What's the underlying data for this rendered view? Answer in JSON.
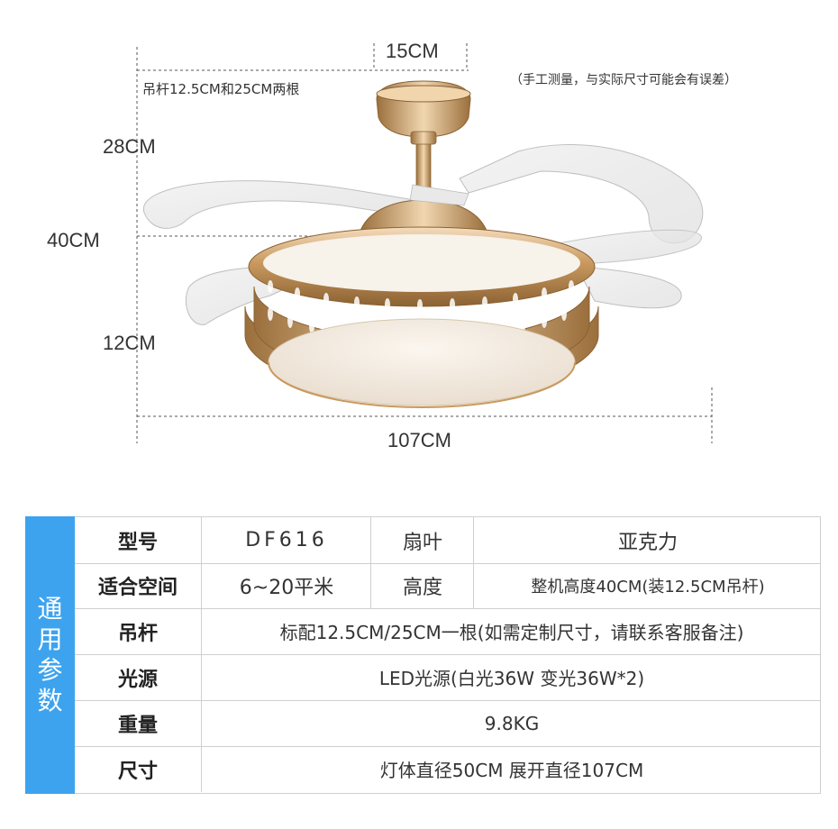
{
  "dimensions": {
    "top_width": "15CM",
    "rod_note": "吊杆12.5CM和25CM两根",
    "measure_note": "（手工测量，与实际尺寸可能会有误差）",
    "height_rod": "28CM",
    "height_total": "40CM",
    "height_lamp": "12CM",
    "span": "107CM"
  },
  "specs": {
    "side_label": "通用参数",
    "rows": [
      {
        "label": "型号",
        "value": "DF616",
        "label2": "扇叶",
        "value2": "亚克力"
      },
      {
        "label": "适合空间",
        "value": "6~20平米",
        "label2": "高度",
        "value2": "整机高度40CM(装12.5CM吊杆)"
      },
      {
        "label": "吊杆",
        "value": "标配12.5CM/25CM一根(如需定制尺寸，请联系客服备注)"
      },
      {
        "label": "光源",
        "value": "LED光源(白光36W 变光36W*2)"
      },
      {
        "label": "重量",
        "value": "9.8KG"
      },
      {
        "label": "尺寸",
        "value": "灯体直径50CM  展开直径107CM"
      }
    ]
  },
  "colors": {
    "accent": "#3da3ee",
    "gold": "#c9a06a",
    "gold_dark": "#8f6a3c"
  }
}
